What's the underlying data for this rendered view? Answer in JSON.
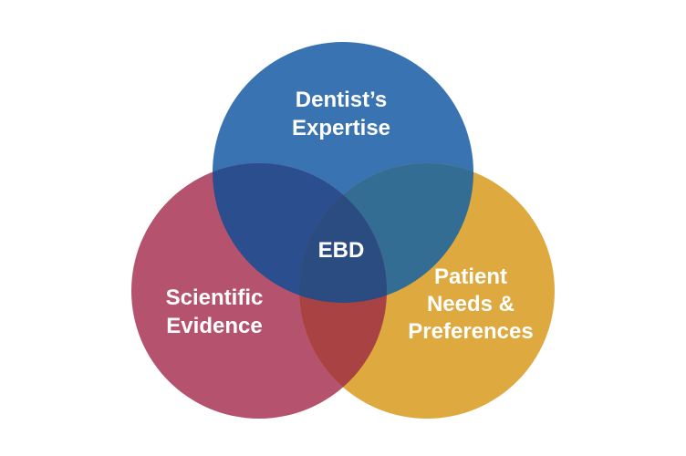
{
  "background_color": "#FFFFFF",
  "text_color": "#FFFFFF",
  "diagram": {
    "type": "venn",
    "center_label": "EBD",
    "circles": [
      {
        "name": "dentists-expertise",
        "lines": [
          "Dentist’s",
          "Expertise"
        ],
        "color": "#3973B1"
      },
      {
        "name": "scientific-evidence",
        "lines": [
          "Scientific",
          "Evidence"
        ],
        "color": "#B5536F"
      },
      {
        "name": "patient-needs-preferences",
        "lines": [
          "Patient",
          "Needs &",
          "Preferences"
        ],
        "color": "#DEA93E"
      }
    ],
    "overlaps": {
      "expertise_evidence": "#2B4E8E",
      "expertise_patient": "#336D94",
      "evidence_patient": "#A84243",
      "center": "#2A4C80"
    }
  }
}
